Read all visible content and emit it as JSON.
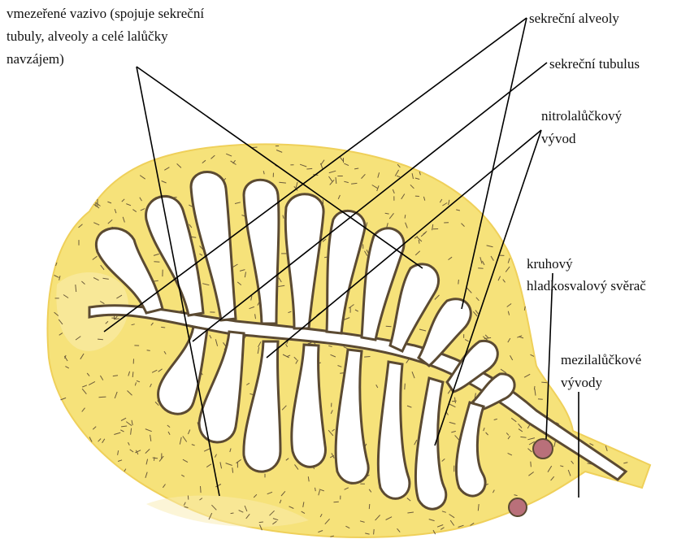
{
  "colors": {
    "tissue_fill": "#f6e27a",
    "tissue_fill_light": "#f9ecb0",
    "tissue_edge": "#efd05a",
    "lumen_fill": "#ffffff",
    "lumen_outline": "#5b4a32",
    "fiber_stroke": "#6b5a3a",
    "sphincter_fill": "#b9707a",
    "leader_line": "#000000",
    "label_text": "#111111"
  },
  "labels": {
    "connective_tissue": {
      "line1": "vmezeřené vazivo (spojuje sekreční",
      "line2": "tubuly, alveoly a celé lalůčky",
      "line3": "navzájem)"
    },
    "alveoli": "sekreční alveoly",
    "tubulus": "sekreční tubulus",
    "intralobular_duct": {
      "line1": "nitrolalůčkový",
      "line2": "vývod"
    },
    "sphincter": {
      "line1": "kruhový",
      "line2": "hladkosvalový svěrač"
    },
    "interlobular_ducts": {
      "line1": "mezilalůčkové",
      "line2": "vývody"
    }
  }
}
